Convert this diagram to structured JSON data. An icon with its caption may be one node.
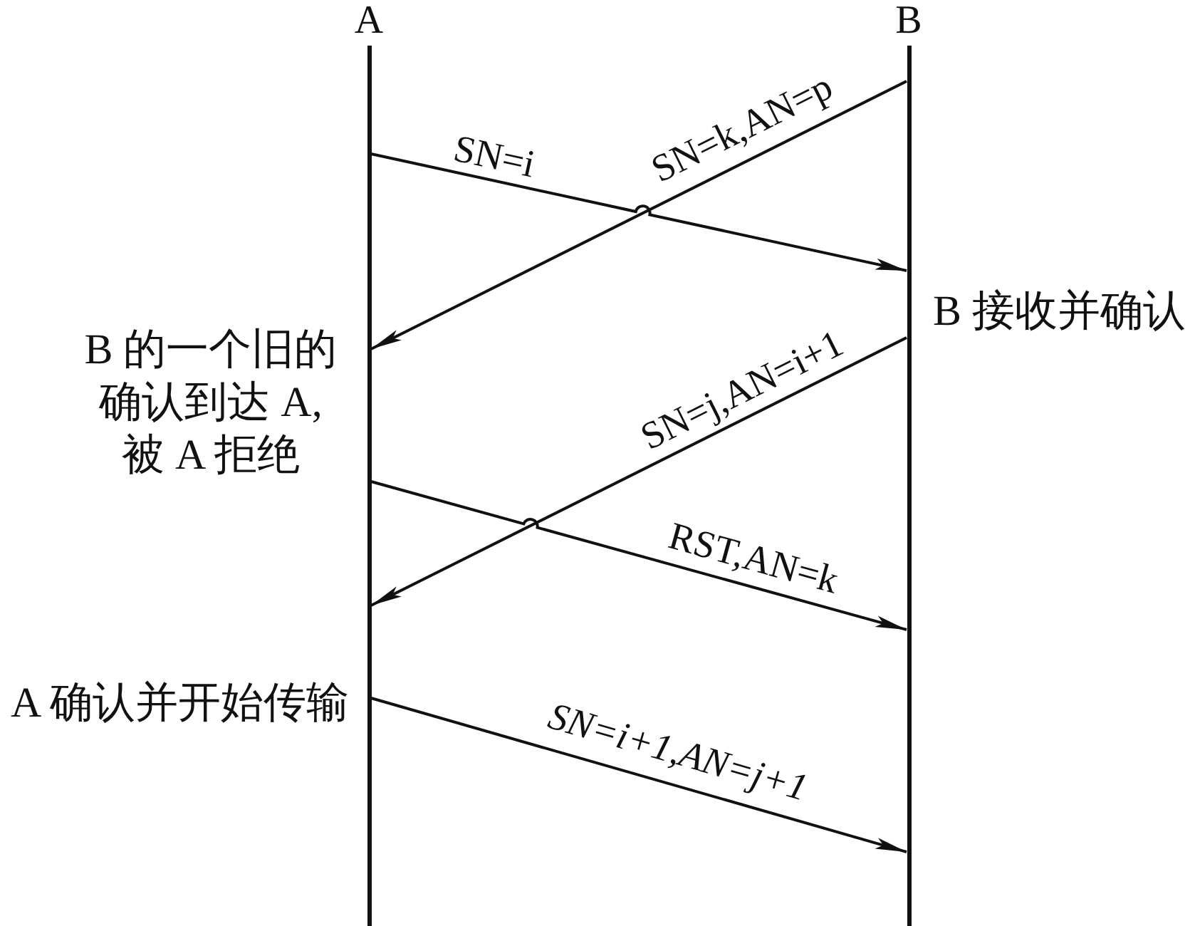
{
  "diagram": {
    "nodes": [
      {
        "text": [
          "A"
        ]
      },
      {
        "text": [
          "B"
        ]
      }
    ],
    "edges": [
      {
        "from": 1,
        "to": 0,
        "arrow": "to",
        "label": "SN=k,AN=p"
      },
      {
        "from": 0,
        "to": 1,
        "arrow": "to",
        "label": "SN=i"
      },
      {
        "from": 1,
        "to": 0,
        "arrow": "to",
        "label": "SN=j,AN=i+1"
      },
      {
        "from": 0,
        "to": 1,
        "arrow": "to",
        "label": "RST,AN=k"
      },
      {
        "from": 0,
        "to": 1,
        "arrow": "to",
        "label": "SN=i+1,AN=j+1"
      }
    ],
    "labels": [
      "B 接收并确认",
      "B 的一个旧的确认到达 A,被 A 拒绝",
      "A 确认并开始传输"
    ]
  }
}
